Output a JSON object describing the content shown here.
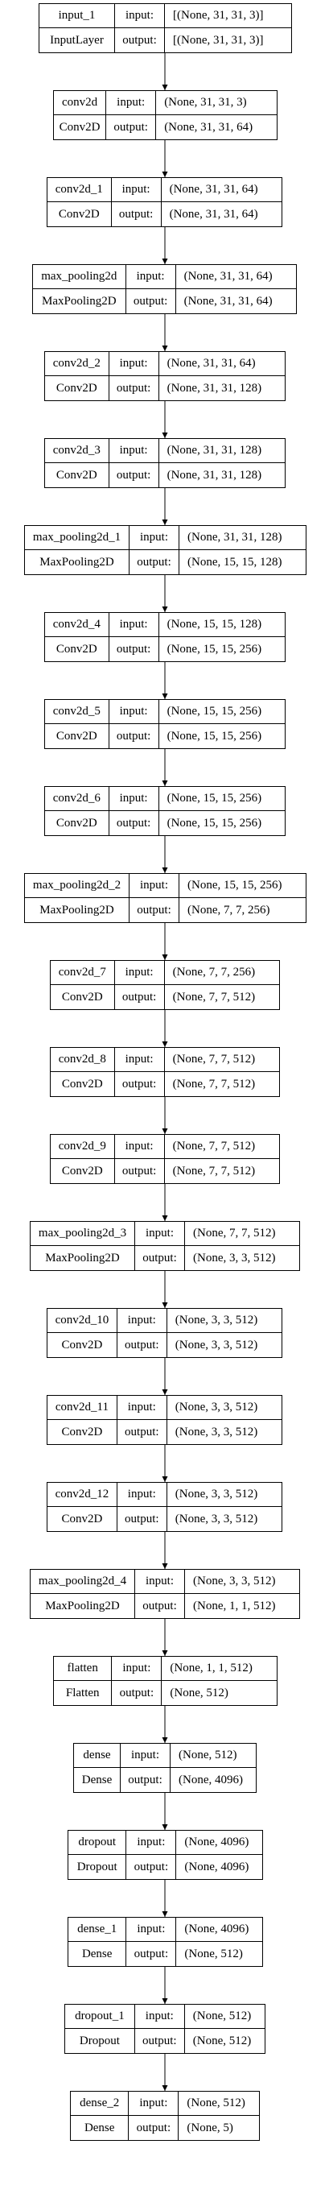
{
  "labels": {
    "input": "input:",
    "output": "output:"
  },
  "layers": [
    {
      "name": "input_1",
      "type": "InputLayer",
      "input": "[(None, 31, 31, 3)]",
      "output": "[(None, 31, 31, 3)]"
    },
    {
      "name": "conv2d",
      "type": "Conv2D",
      "input": "(None, 31, 31, 3)",
      "output": "(None, 31, 31, 64)"
    },
    {
      "name": "conv2d_1",
      "type": "Conv2D",
      "input": "(None, 31, 31, 64)",
      "output": "(None, 31, 31, 64)"
    },
    {
      "name": "max_pooling2d",
      "type": "MaxPooling2D",
      "input": "(None, 31, 31, 64)",
      "output": "(None, 31, 31, 64)"
    },
    {
      "name": "conv2d_2",
      "type": "Conv2D",
      "input": "(None, 31, 31, 64)",
      "output": "(None, 31, 31, 128)"
    },
    {
      "name": "conv2d_3",
      "type": "Conv2D",
      "input": "(None, 31, 31, 128)",
      "output": "(None, 31, 31, 128)"
    },
    {
      "name": "max_pooling2d_1",
      "type": "MaxPooling2D",
      "input": "(None, 31, 31, 128)",
      "output": "(None, 15, 15, 128)"
    },
    {
      "name": "conv2d_4",
      "type": "Conv2D",
      "input": "(None, 15, 15, 128)",
      "output": "(None, 15, 15, 256)"
    },
    {
      "name": "conv2d_5",
      "type": "Conv2D",
      "input": "(None, 15, 15, 256)",
      "output": "(None, 15, 15, 256)"
    },
    {
      "name": "conv2d_6",
      "type": "Conv2D",
      "input": "(None, 15, 15, 256)",
      "output": "(None, 15, 15, 256)"
    },
    {
      "name": "max_pooling2d_2",
      "type": "MaxPooling2D",
      "input": "(None, 15, 15, 256)",
      "output": "(None, 7, 7, 256)"
    },
    {
      "name": "conv2d_7",
      "type": "Conv2D",
      "input": "(None, 7, 7, 256)",
      "output": "(None, 7, 7, 512)"
    },
    {
      "name": "conv2d_8",
      "type": "Conv2D",
      "input": "(None, 7, 7, 512)",
      "output": "(None, 7, 7, 512)"
    },
    {
      "name": "conv2d_9",
      "type": "Conv2D",
      "input": "(None, 7, 7, 512)",
      "output": "(None, 7, 7, 512)"
    },
    {
      "name": "max_pooling2d_3",
      "type": "MaxPooling2D",
      "input": "(None, 7, 7, 512)",
      "output": "(None, 3, 3, 512)"
    },
    {
      "name": "conv2d_10",
      "type": "Conv2D",
      "input": "(None, 3, 3, 512)",
      "output": "(None, 3, 3, 512)"
    },
    {
      "name": "conv2d_11",
      "type": "Conv2D",
      "input": "(None, 3, 3, 512)",
      "output": "(None, 3, 3, 512)"
    },
    {
      "name": "conv2d_12",
      "type": "Conv2D",
      "input": "(None, 3, 3, 512)",
      "output": "(None, 3, 3, 512)"
    },
    {
      "name": "max_pooling2d_4",
      "type": "MaxPooling2D",
      "input": "(None, 3, 3, 512)",
      "output": "(None, 1, 1, 512)"
    },
    {
      "name": "flatten",
      "type": "Flatten",
      "input": "(None, 1, 1, 512)",
      "output": "(None, 512)"
    },
    {
      "name": "dense",
      "type": "Dense",
      "input": "(None, 512)",
      "output": "(None, 4096)"
    },
    {
      "name": "dropout",
      "type": "Dropout",
      "input": "(None, 4096)",
      "output": "(None, 4096)"
    },
    {
      "name": "dense_1",
      "type": "Dense",
      "input": "(None, 4096)",
      "output": "(None, 512)"
    },
    {
      "name": "dropout_1",
      "type": "Dropout",
      "input": "(None, 512)",
      "output": "(None, 512)"
    },
    {
      "name": "dense_2",
      "type": "Dense",
      "input": "(None, 512)",
      "output": "(None, 5)"
    }
  ]
}
